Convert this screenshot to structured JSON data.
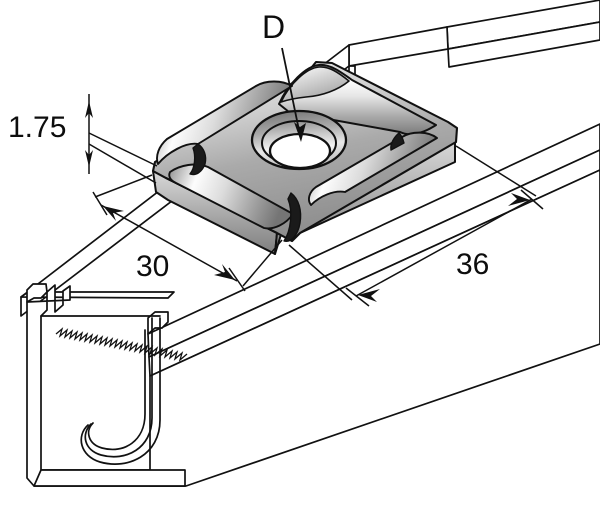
{
  "drawing": {
    "title": "Channel nut in strut channel - isometric technical drawing",
    "subject": "channel-nut",
    "view": "isometric",
    "background_color": "#ffffff",
    "line_color": "#111111",
    "metal_light": "#fdfdfd",
    "metal_mid": "#c9c9c9",
    "metal_dark": "#8d8d8d",
    "metal_shadow": "#6b6b6b"
  },
  "annotations": {
    "thickness": {
      "label": "1.75",
      "name": "thickness-dimension",
      "font_size": 30
    },
    "width": {
      "label": "30",
      "name": "width-dimension",
      "font_size": 30
    },
    "length": {
      "label": "36",
      "name": "length-dimension",
      "font_size": 30
    },
    "hole": {
      "label": "D",
      "name": "hole-diameter-callout",
      "font_size": 30
    }
  },
  "parts": {
    "nut": "channel-nut-body",
    "hole": "threaded-hole",
    "channel": "strut-channel",
    "serration": "channel-lip-serration",
    "spring_slot": "channel-end-slot"
  }
}
